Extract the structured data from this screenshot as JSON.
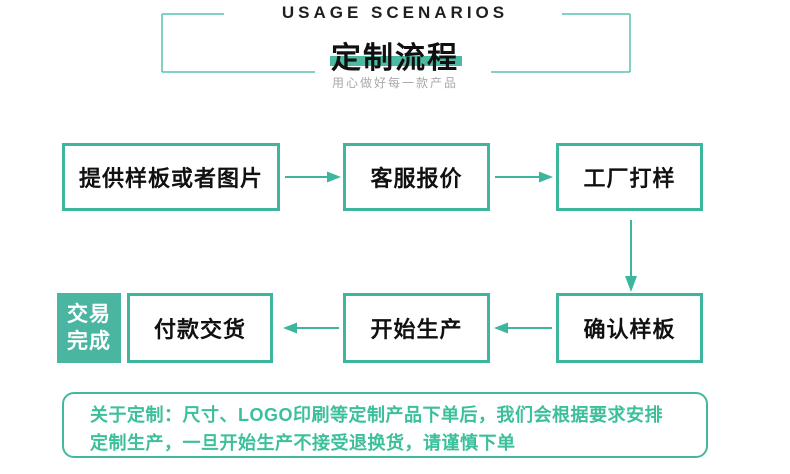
{
  "header": {
    "eyebrow": "USAGE SCENARIOS",
    "title": "定制流程",
    "subtitle": "用心做好每一款产品"
  },
  "flow": {
    "steps": [
      {
        "label": "提供样板或者图片"
      },
      {
        "label": "客服报价"
      },
      {
        "label": "工厂打样"
      },
      {
        "label": "确认样板"
      },
      {
        "label": "开始生产"
      },
      {
        "label": "付款交货"
      }
    ],
    "badge": {
      "line1": "交易",
      "line2": "完成"
    }
  },
  "note": {
    "line1": "关于定制：尺寸、LOGO印刷等定制产品下单后，我们会根据要求安排",
    "line2": "定制生产，一旦开始生产不接受退换货，请谨慎下单"
  },
  "colors": {
    "accent_teal": "#3eb69e",
    "highlight_bar": "#4cb9a3",
    "badge_fill": "#4ab5a1",
    "note_text": "#3cbf9b",
    "heading_text": "#1f1f1f",
    "subtitle_gray": "#a9a9a9"
  }
}
